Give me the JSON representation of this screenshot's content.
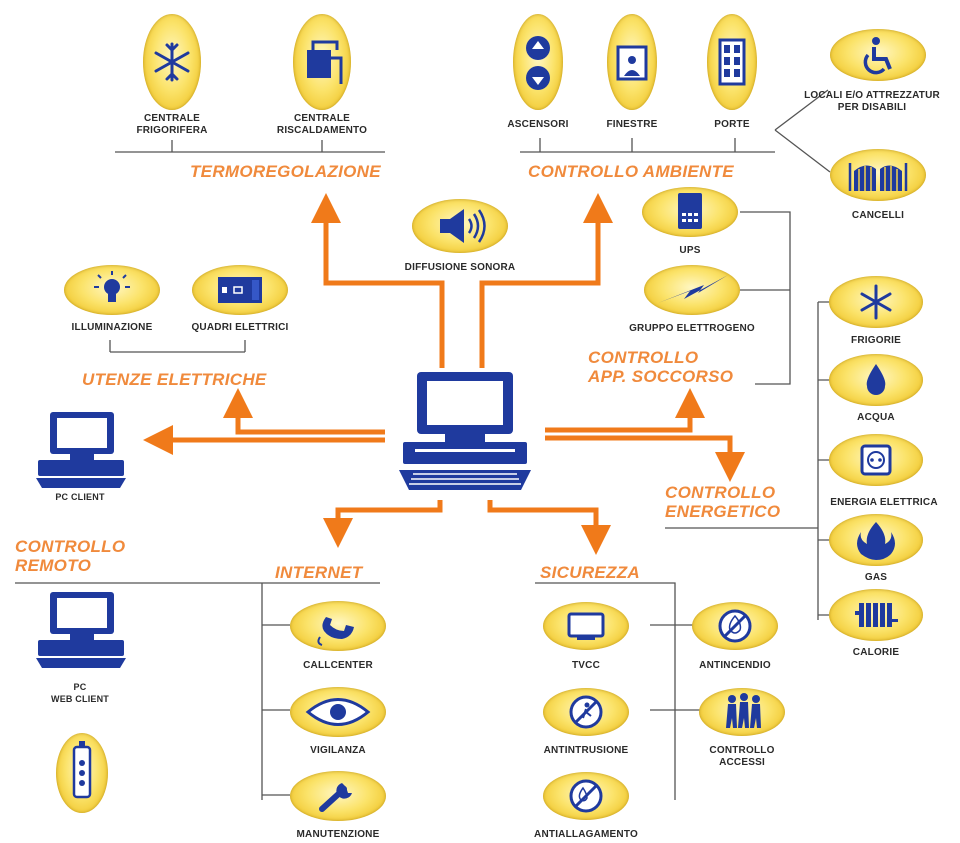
{
  "groups": {
    "termoregolazione": "TERMOREGOLAZIONE",
    "controllo_ambiente": "CONTROLLO AMBIENTE",
    "utenze_elettriche": "UTENZE ELETTRICHE",
    "controllo_app_soccorso": "CONTROLLO\nAPP. SOCCORSO",
    "controllo_energetico": "CONTROLLO\nENERGETICO",
    "controllo_remoto": "CONTROLLO\nREMOTO",
    "internet": "INTERNET",
    "sicurezza": "SICUREZZA"
  },
  "nodes": {
    "centrale_frigorifera": "CENTRALE\nFRIGORIFERA",
    "centrale_riscaldamento": "CENTRALE\nRISCALDAMENTO",
    "ascensori": "ASCENSORI",
    "finestre": "FINESTRE",
    "porte": "PORTE",
    "locali_disabili": "LOCALI E/O ATTREZZATUR\nPER DISABILI",
    "cancelli": "CANCELLI",
    "diffusione_sonora": "DIFFUSIONE SONORA",
    "ups": "UPS",
    "gruppo_elettrogeno": "GRUPPO ELETTROGENO",
    "illuminazione": "ILLUMINAZIONE",
    "quadri_elettrici": "QUADRI ELETTRICI",
    "frigorie": "FRIGORIE",
    "acqua": "ACQUA",
    "energia_elettrica": "ENERGIA ELETTRICA",
    "gas": "GAS",
    "calorie": "CALORIE",
    "pc_client": "PC CLIENT",
    "pc_web_client": "PC\nWEB CLIENT",
    "callcenter": "CALLCENTER",
    "vigilanza": "VIGILANZA",
    "manutenzione": "MANUTENZIONE",
    "tvcc": "TVCC",
    "antincendio": "ANTINCENDIO",
    "antintrusione": "ANTINTRUSIONE",
    "controllo_accessi": "CONTROLLO\nACCESSI",
    "antiallagamento": "ANTIALLAGAMENTO"
  },
  "colors": {
    "arrow": "#f07a1a",
    "group_text": "#f08a3c",
    "icon_blue": "#1f3a9e",
    "line": "#555555"
  }
}
